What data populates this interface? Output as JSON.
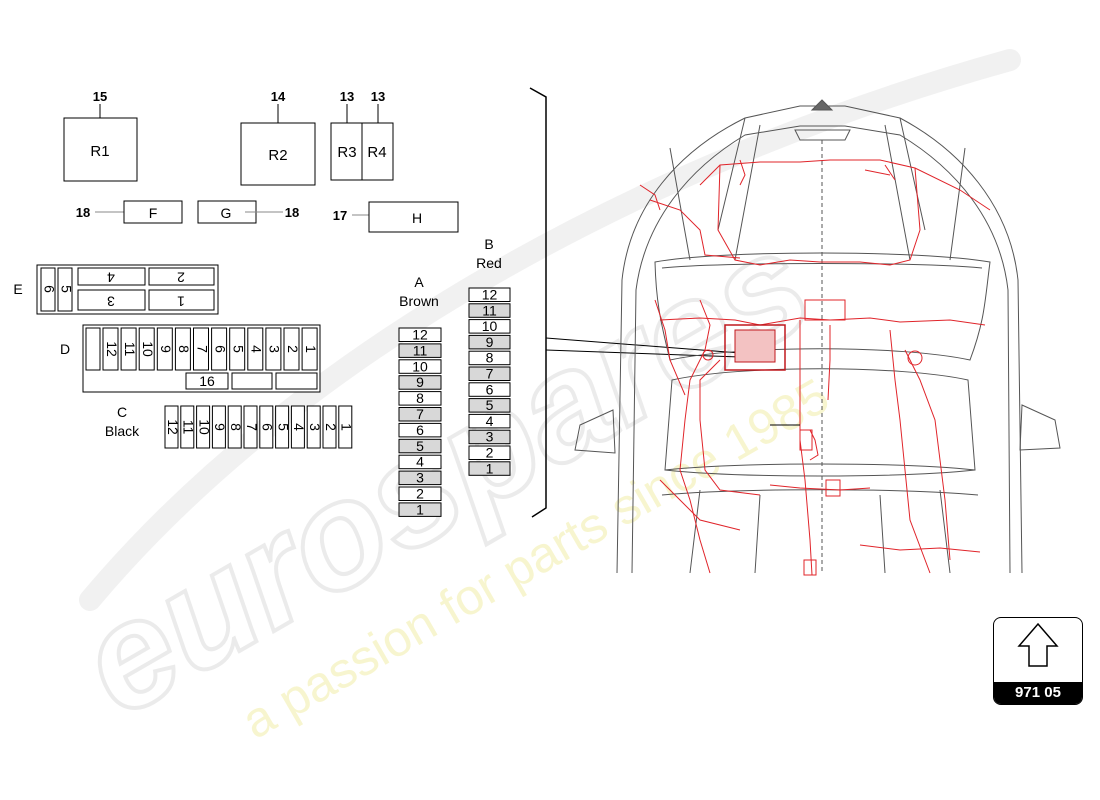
{
  "watermark": {
    "brand": "eurospares",
    "slogan": "a passion for parts since 1985"
  },
  "relays": [
    {
      "name": "R1",
      "callout": "15"
    },
    {
      "name": "R2",
      "callout": "14"
    },
    {
      "name": "R3",
      "callout": "13"
    },
    {
      "name": "R4",
      "callout": "13"
    }
  ],
  "modules": [
    {
      "name": "F",
      "callout": "18"
    },
    {
      "name": "G",
      "callout": "18"
    },
    {
      "name": "H",
      "callout": "17"
    }
  ],
  "connector_e": {
    "label": "E",
    "slots": [
      "6",
      "5",
      "4",
      "2",
      "3",
      "1"
    ]
  },
  "connector_d": {
    "label": "D",
    "slots": [
      "12",
      "11",
      "10",
      "9",
      "8",
      "7",
      "6",
      "5",
      "4",
      "3",
      "2",
      "1"
    ],
    "callout": "16"
  },
  "connector_c": {
    "label": "C",
    "color": "Black",
    "slots": [
      "12",
      "11",
      "10",
      "9",
      "8",
      "7",
      "6",
      "5",
      "4",
      "3",
      "2",
      "1"
    ]
  },
  "connector_a": {
    "label": "A",
    "color": "Brown",
    "slots": [
      "12",
      "11",
      "10",
      "9",
      "8",
      "7",
      "6",
      "5",
      "4",
      "3",
      "2",
      "1"
    ]
  },
  "connector_b": {
    "label": "B",
    "color": "Red",
    "slots": [
      "12",
      "11",
      "10",
      "9",
      "8",
      "7",
      "6",
      "5",
      "4",
      "3",
      "2",
      "1"
    ]
  },
  "diagram_number": "971 05",
  "icon": "arrow-up-icon",
  "colors": {
    "harness": "#e0242a",
    "vehicle": "#555555",
    "watermark_yellow": "#f4f0a8"
  }
}
